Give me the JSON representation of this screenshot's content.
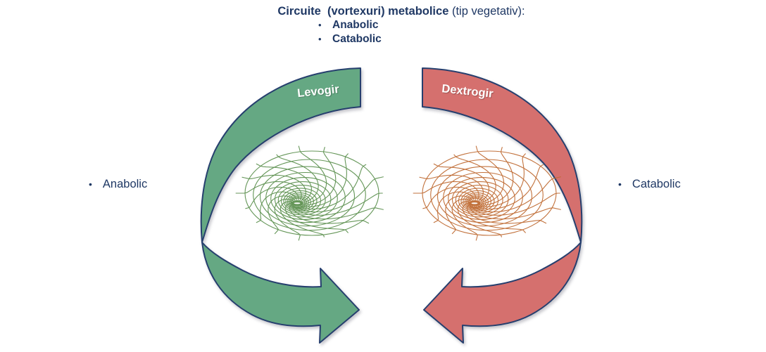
{
  "title": {
    "bold": "Circuite  (vortexuri) metabolice",
    "rest": " (tip vegetativ):"
  },
  "bullet_char": "•",
  "title_bullets": [
    {
      "label": "Anabolic"
    },
    {
      "label": "Catabolic"
    }
  ],
  "arrows": {
    "left": {
      "label": "Levogir",
      "fill": "#65A883",
      "side_label": "Anabolic",
      "mesh_color": "#5D9150"
    },
    "right": {
      "label": "Dextrogir",
      "fill": "#D5706E",
      "side_label": "Catabolic",
      "mesh_color": "#BF6B33"
    }
  },
  "colors": {
    "outline": "#263F6E",
    "text": "#1F3864",
    "background": "#FFFFFF",
    "arrow_label_text": "#FFFFFF"
  }
}
